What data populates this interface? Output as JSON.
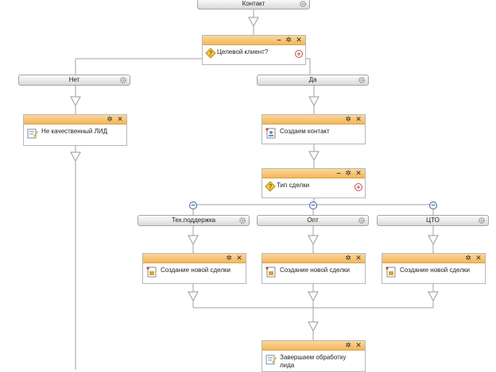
{
  "colors": {
    "header_bar": "#f3b75a",
    "wire": "#a0a0a0",
    "plus": "#c0504d",
    "minus": "#3a5fa0"
  },
  "top_branch": {
    "label": "Контакт"
  },
  "condition_client": {
    "label": "Целевой клиент?"
  },
  "branch_no": {
    "label": "Нет"
  },
  "branch_yes": {
    "label": "Да"
  },
  "action_bad_lead": {
    "label": "Не качественный ЛИД"
  },
  "action_create_contact": {
    "label": "Создаем контакт"
  },
  "condition_deal_type": {
    "label": "Тип сделки"
  },
  "branch_support": {
    "label": "Тех.поддержка"
  },
  "branch_wholesale": {
    "label": "Опт"
  },
  "branch_cto": {
    "label": "ЦТО"
  },
  "action_new_deal_1": {
    "label": "Создание новой сделки"
  },
  "action_new_deal_2": {
    "label": "Создание новой сделки"
  },
  "action_new_deal_3": {
    "label": "Создание новой сделки"
  },
  "action_finish": {
    "label": "Завершаем обработку лида"
  },
  "controls": {
    "minimize": "–",
    "close": "✕",
    "plus": "+",
    "minus": "–"
  }
}
